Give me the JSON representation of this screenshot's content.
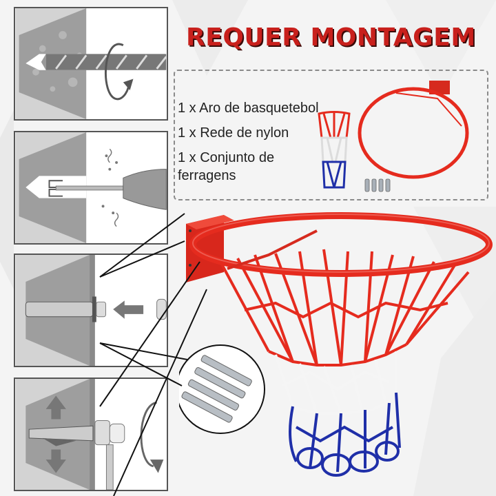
{
  "title": "REQUER MONTAGEM",
  "colors": {
    "title_red": "#c8201c",
    "rim_red": "#e52b1e",
    "net_red": "#e52b1e",
    "net_white": "#ffffff",
    "net_blue": "#1f2fa8",
    "panel_border": "#8a8a8a",
    "background": "#f4f4f4"
  },
  "package_contents": {
    "items": [
      {
        "label": "1 x Aro de basquetebol"
      },
      {
        "label": "1 x Rede de nylon"
      },
      {
        "label": "1 x Conjunto de",
        "label_cont": "ferragens"
      }
    ]
  },
  "installation_steps": [
    {
      "name": "drill-hole",
      "description": "drill-icon"
    },
    {
      "name": "blow-out-dust",
      "description": "air-pump-icon"
    },
    {
      "name": "insert-anchor",
      "description": "expansion-bolt-icon"
    },
    {
      "name": "tighten-anchor",
      "description": "wrench-icon"
    }
  ],
  "hardware_callout": {
    "bolt_count": 4
  }
}
